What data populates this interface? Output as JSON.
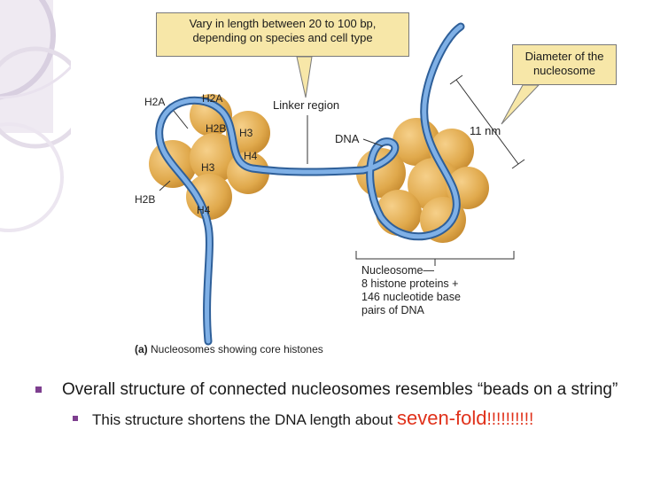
{
  "callouts": {
    "linker_line1": "Vary in length between 20 to 100 bp,",
    "linker_line2": "depending on species and cell type",
    "diameter_line1": "Diameter of the",
    "diameter_line2": "nucleosome"
  },
  "figure": {
    "histone_labels": {
      "h2a_outer": "H2A",
      "h2a_inner": "H2A",
      "h2b_inner": "H2B",
      "h3_upper": "H3",
      "h4_right": "H4",
      "h3_lower": "H3",
      "h2b_outer": "H2B",
      "h4_bottom": "H4"
    },
    "linker_region": "Linker region",
    "dna": "DNA",
    "diameter": "11 nm",
    "nucleosome_lines": [
      "Nucleosome—",
      "8 histone proteins +",
      "146 nucleotide base",
      "pairs of DNA"
    ],
    "caption_letter": "(a)",
    "caption_text": "Nucleosomes showing core histones"
  },
  "bullets": {
    "main": "Overall structure of connected nucleosomes resembles “beads on a string”",
    "sub_text": "This structure shortens the DNA length about ",
    "sub_highlight": "seven-fold",
    "sub_suffix": "!!!!!!!!!!"
  },
  "colors": {
    "bead": "#e0a94c",
    "dna": "#5b8fcf",
    "callout": "#f7e7a8",
    "highlight": "#e0311a",
    "bullet": "#7e3f8f"
  }
}
